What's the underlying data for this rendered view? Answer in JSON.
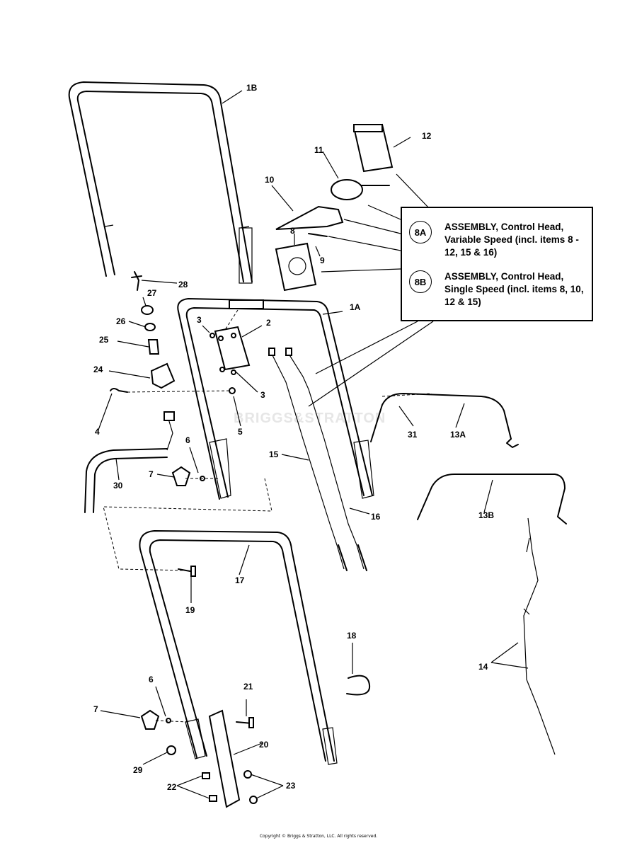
{
  "callouts": {
    "c1B": "1B",
    "c1A": "1A",
    "c2": "2",
    "c3a": "3",
    "c3b": "3",
    "c4": "4",
    "c5": "5",
    "c6a": "6",
    "c6b": "6",
    "c7a": "7",
    "c7b": "7",
    "c8": "8",
    "c9": "9",
    "c10": "10",
    "c11": "11",
    "c12": "12",
    "c13A": "13A",
    "c13B": "13B",
    "c14": "14",
    "c15": "15",
    "c16": "16",
    "c17": "17",
    "c18": "18",
    "c19": "19",
    "c20": "20",
    "c21": "21",
    "c22": "22",
    "c23": "23",
    "c24": "24",
    "c25": "25",
    "c26": "26",
    "c27": "27",
    "c28": "28",
    "c29": "29",
    "c30": "30",
    "c31": "31"
  },
  "legend": {
    "a": {
      "code": "8A",
      "text": "ASSEMBLY, Control Head, Variable Speed (incl. items 8 - 12, 15 & 16)"
    },
    "b": {
      "code": "8B",
      "text": "ASSEMBLY, Control Head, Single Speed (incl. items 8, 10, 12 & 15)"
    }
  },
  "watermark": "BRIGGS&STRATTON",
  "copyright": "Copyright © Briggs & Stratton, LLC. All rights reserved."
}
